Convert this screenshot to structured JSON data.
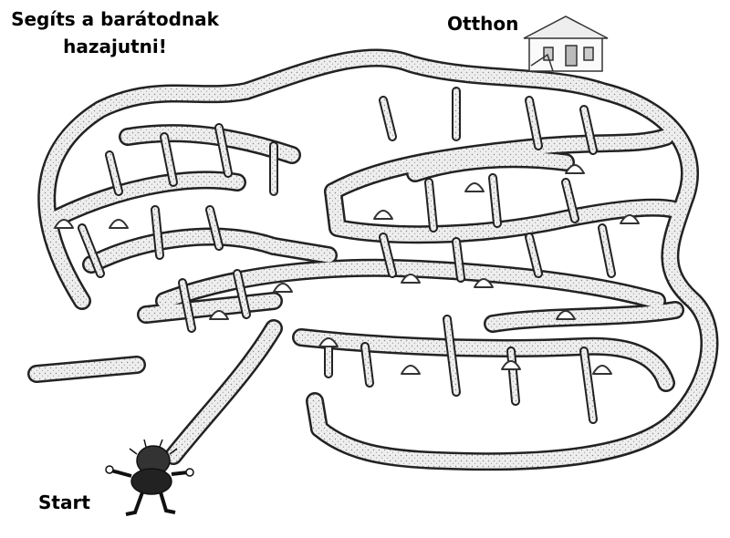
{
  "puzzle": {
    "title_line1": "Segíts a barátodnak",
    "title_line2": "hazajutni!",
    "home_label": "Otthon",
    "start_label": "Start"
  },
  "colors": {
    "ink": "#000000",
    "wall_fill": "#eeeeee",
    "wall_stroke": "#222222",
    "background": "#ffffff"
  },
  "icons": {
    "friend": "friend-character-icon",
    "home": "home-house-icon"
  }
}
